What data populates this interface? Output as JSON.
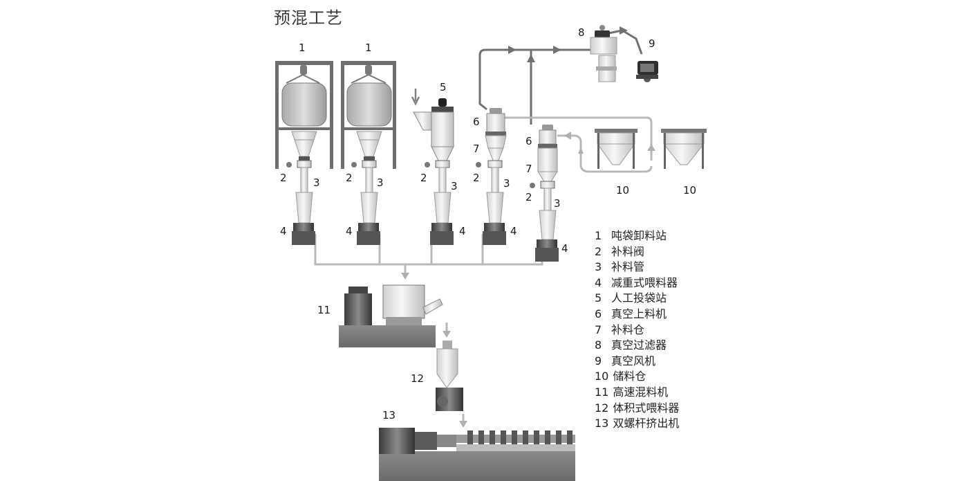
{
  "title": "预混工艺",
  "callouts": {
    "n1": "1",
    "n2": "2",
    "n3": "3",
    "n4": "4",
    "n5": "5",
    "n6": "6",
    "n7": "7",
    "n8": "8",
    "n9": "9",
    "n10": "10",
    "n11": "11",
    "n12": "12",
    "n13": "13"
  },
  "legend": [
    {
      "num": "1",
      "label": "吨袋卸料站"
    },
    {
      "num": "2",
      "label": "补料阀"
    },
    {
      "num": "3",
      "label": "补料管"
    },
    {
      "num": "4",
      "label": "减重式喂料器"
    },
    {
      "num": "5",
      "label": "人工投袋站"
    },
    {
      "num": "6",
      "label": "真空上料机"
    },
    {
      "num": "7",
      "label": "补料仓"
    },
    {
      "num": "8",
      "label": "真空过滤器"
    },
    {
      "num": "9",
      "label": "真空风机"
    },
    {
      "num": "10",
      "label": "储料仓"
    },
    {
      "num": "11",
      "label": "高速混料机"
    },
    {
      "num": "12",
      "label": "体积式喂料器"
    },
    {
      "num": "13",
      "label": "双螺杆挤出机"
    }
  ],
  "colors": {
    "pipe_dark": "#707070",
    "pipe_light": "#b8b8b8",
    "metal_light": "#e6e6e6",
    "metal_mid": "#c4c4c4",
    "metal_dark": "#5a5a5a",
    "frame": "#6e6e6e"
  }
}
